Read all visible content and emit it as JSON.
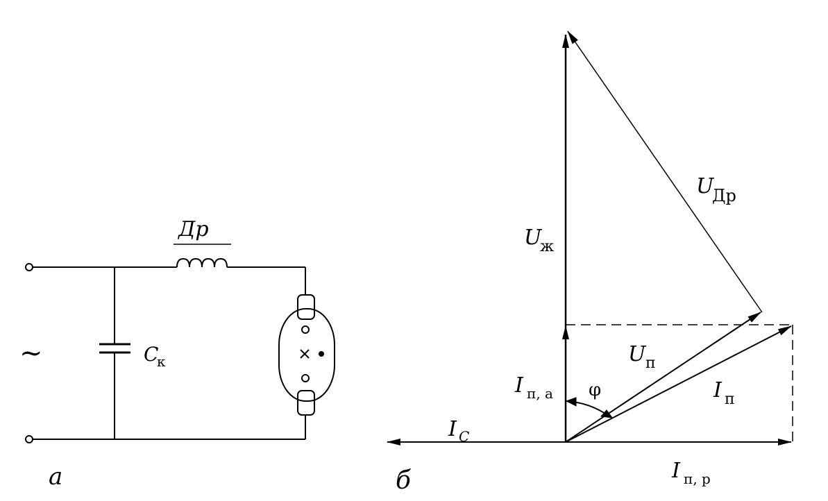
{
  "circuit": {
    "source_symbol": "~",
    "capacitor_label": "C",
    "capacitor_sub": "к",
    "choke_label": "Др",
    "caption": "а"
  },
  "phasor": {
    "caption": "б",
    "U_zh": {
      "main": "U",
      "sub": "ж"
    },
    "U_dr": {
      "main": "U",
      "sub": "Др"
    },
    "U_p": {
      "main": "U",
      "sub": "п"
    },
    "I_p": {
      "main": "I",
      "sub": "п"
    },
    "I_pa": {
      "main": "I",
      "sub": "п, а"
    },
    "I_pr": {
      "main": "I",
      "sub": "п, р"
    },
    "I_c": {
      "main": "I",
      "sub": "C"
    },
    "phi": "φ"
  }
}
